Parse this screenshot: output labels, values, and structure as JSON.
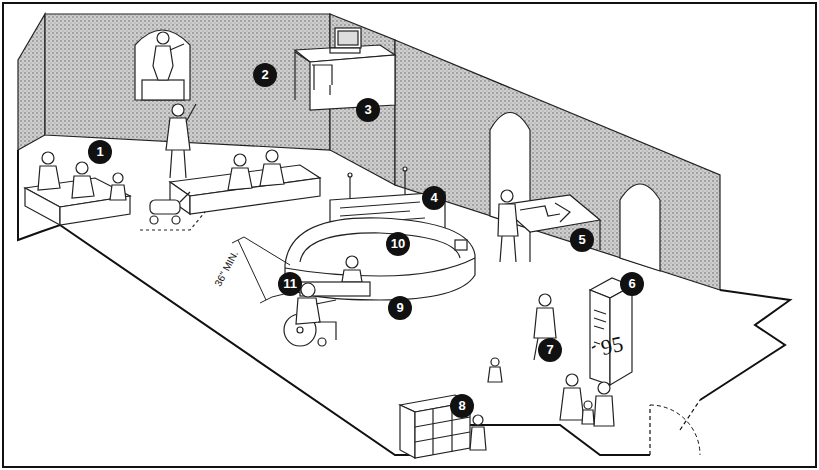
{
  "diagram": {
    "labels": [
      "1",
      "2",
      "3",
      "4",
      "5",
      "6",
      "7",
      "8",
      "9",
      "10",
      "11",
      "36\" MIN.",
      "95"
    ]
  }
}
